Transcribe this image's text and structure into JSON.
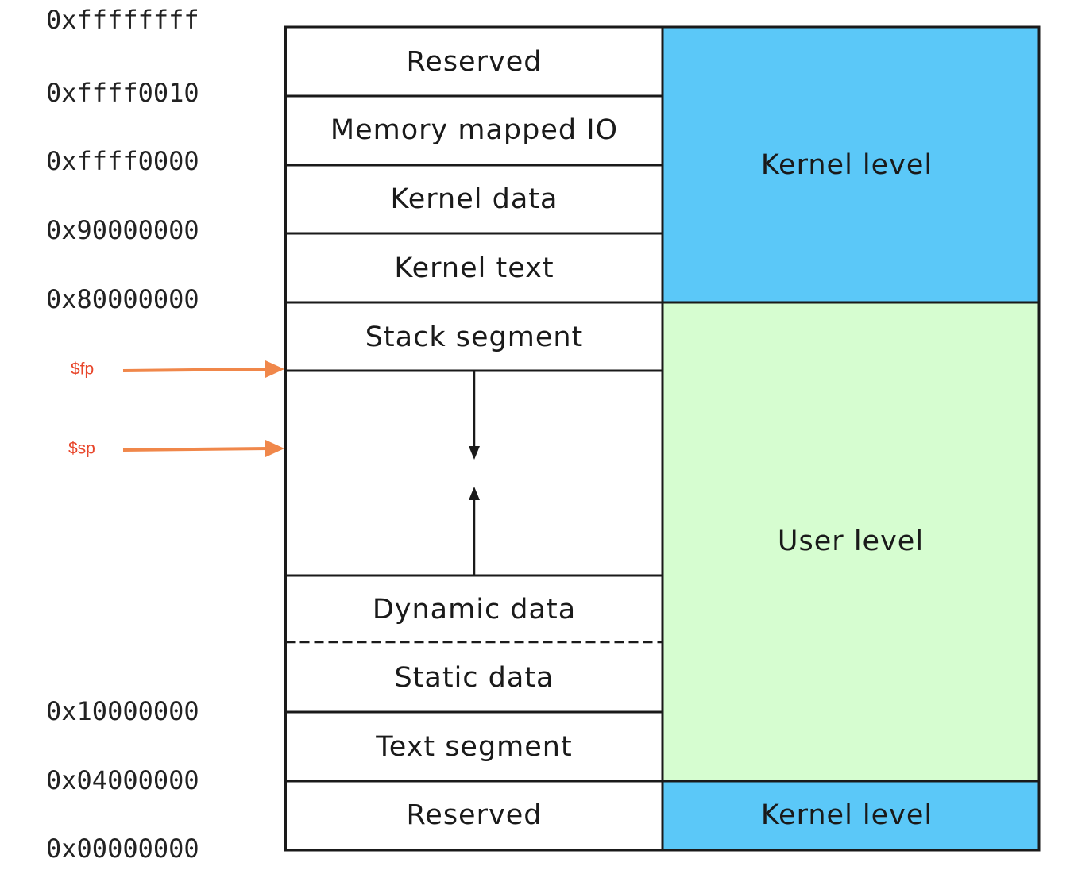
{
  "addresses": {
    "a0": "0xffffffff",
    "a1": "0xffff0010",
    "a2": "0xffff0000",
    "a3": "0x90000000",
    "a4": "0x80000000",
    "a5": "0x10000000",
    "a6": "0x04000000",
    "a7": "0x00000000"
  },
  "segments": {
    "reserved_top": "Reserved",
    "mmio": "Memory mapped IO",
    "kernel_data": "Kernel data",
    "kernel_text": "Kernel text",
    "stack": "Stack segment",
    "dynamic": "Dynamic data",
    "static": "Static data",
    "text": "Text segment",
    "reserved_bottom": "Reserved"
  },
  "levels": {
    "kernel_top": "Kernel level",
    "user": "User level",
    "kernel_bottom": "Kernel level"
  },
  "registers": {
    "fp": "$fp",
    "sp": "$sp"
  },
  "colors": {
    "kernel_fill": "#5bc8f8",
    "user_fill": "#d6fdd0",
    "pointer_arrow": "#f0874a",
    "pointer_text": "#e8452a",
    "line": "#1a1a1a"
  }
}
